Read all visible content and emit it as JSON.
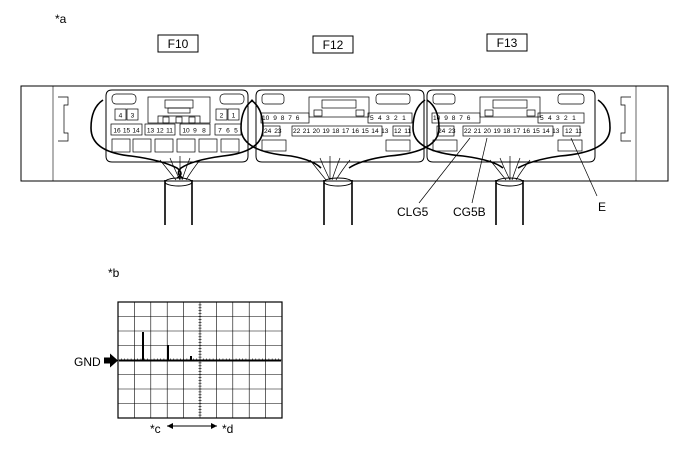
{
  "view_a": {
    "label": "*a",
    "connectors": [
      {
        "name": "F10"
      },
      {
        "name": "F12"
      },
      {
        "name": "F13"
      }
    ],
    "f10_pins": {
      "upper_left": [
        "4",
        "3"
      ],
      "upper_right": [
        "2",
        "1"
      ],
      "row": [
        "16",
        "15",
        "14",
        "13",
        "12",
        "11",
        "10",
        "9",
        "8",
        "7",
        "6",
        "5"
      ]
    },
    "f12_pins": {
      "row1": [
        "10",
        "9",
        "8",
        "7",
        "6",
        "5",
        "4",
        "3",
        "2",
        "1"
      ],
      "row2": [
        "24",
        "23",
        "22",
        "21",
        "20",
        "19",
        "18",
        "17",
        "16",
        "15",
        "14",
        "13",
        "12",
        "11"
      ]
    },
    "f13_pins": {
      "row1": [
        "10",
        "9",
        "8",
        "7",
        "6",
        "5",
        "4",
        "3",
        "2",
        "1"
      ],
      "row2": [
        "24",
        "23",
        "22",
        "21",
        "20",
        "19",
        "18",
        "17",
        "16",
        "15",
        "14",
        "13",
        "12",
        "11"
      ]
    },
    "callouts": [
      {
        "text": "CLG5"
      },
      {
        "text": "CG5B"
      },
      {
        "text": "E"
      }
    ]
  },
  "view_b": {
    "label": "*b",
    "gnd_label": "GND",
    "arrow_left_label": "*c",
    "arrow_right_label": "*d"
  }
}
